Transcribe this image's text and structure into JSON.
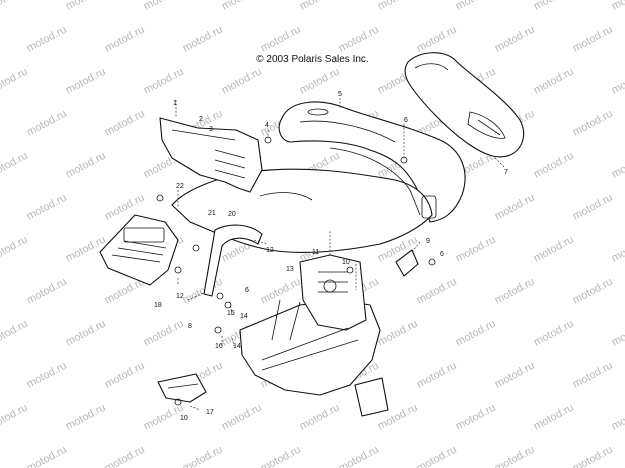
{
  "copyright": "© 2003 Polaris Sales Inc.",
  "watermark": "motod.ru",
  "callouts": [
    "1",
    "2",
    "3",
    "4",
    "5",
    "6",
    "7",
    "22",
    "21",
    "20",
    "12",
    "11",
    "13",
    "9",
    "6",
    "10",
    "6",
    "18",
    "12",
    "8",
    "15",
    "14",
    "16",
    "14",
    "17",
    "10"
  ]
}
